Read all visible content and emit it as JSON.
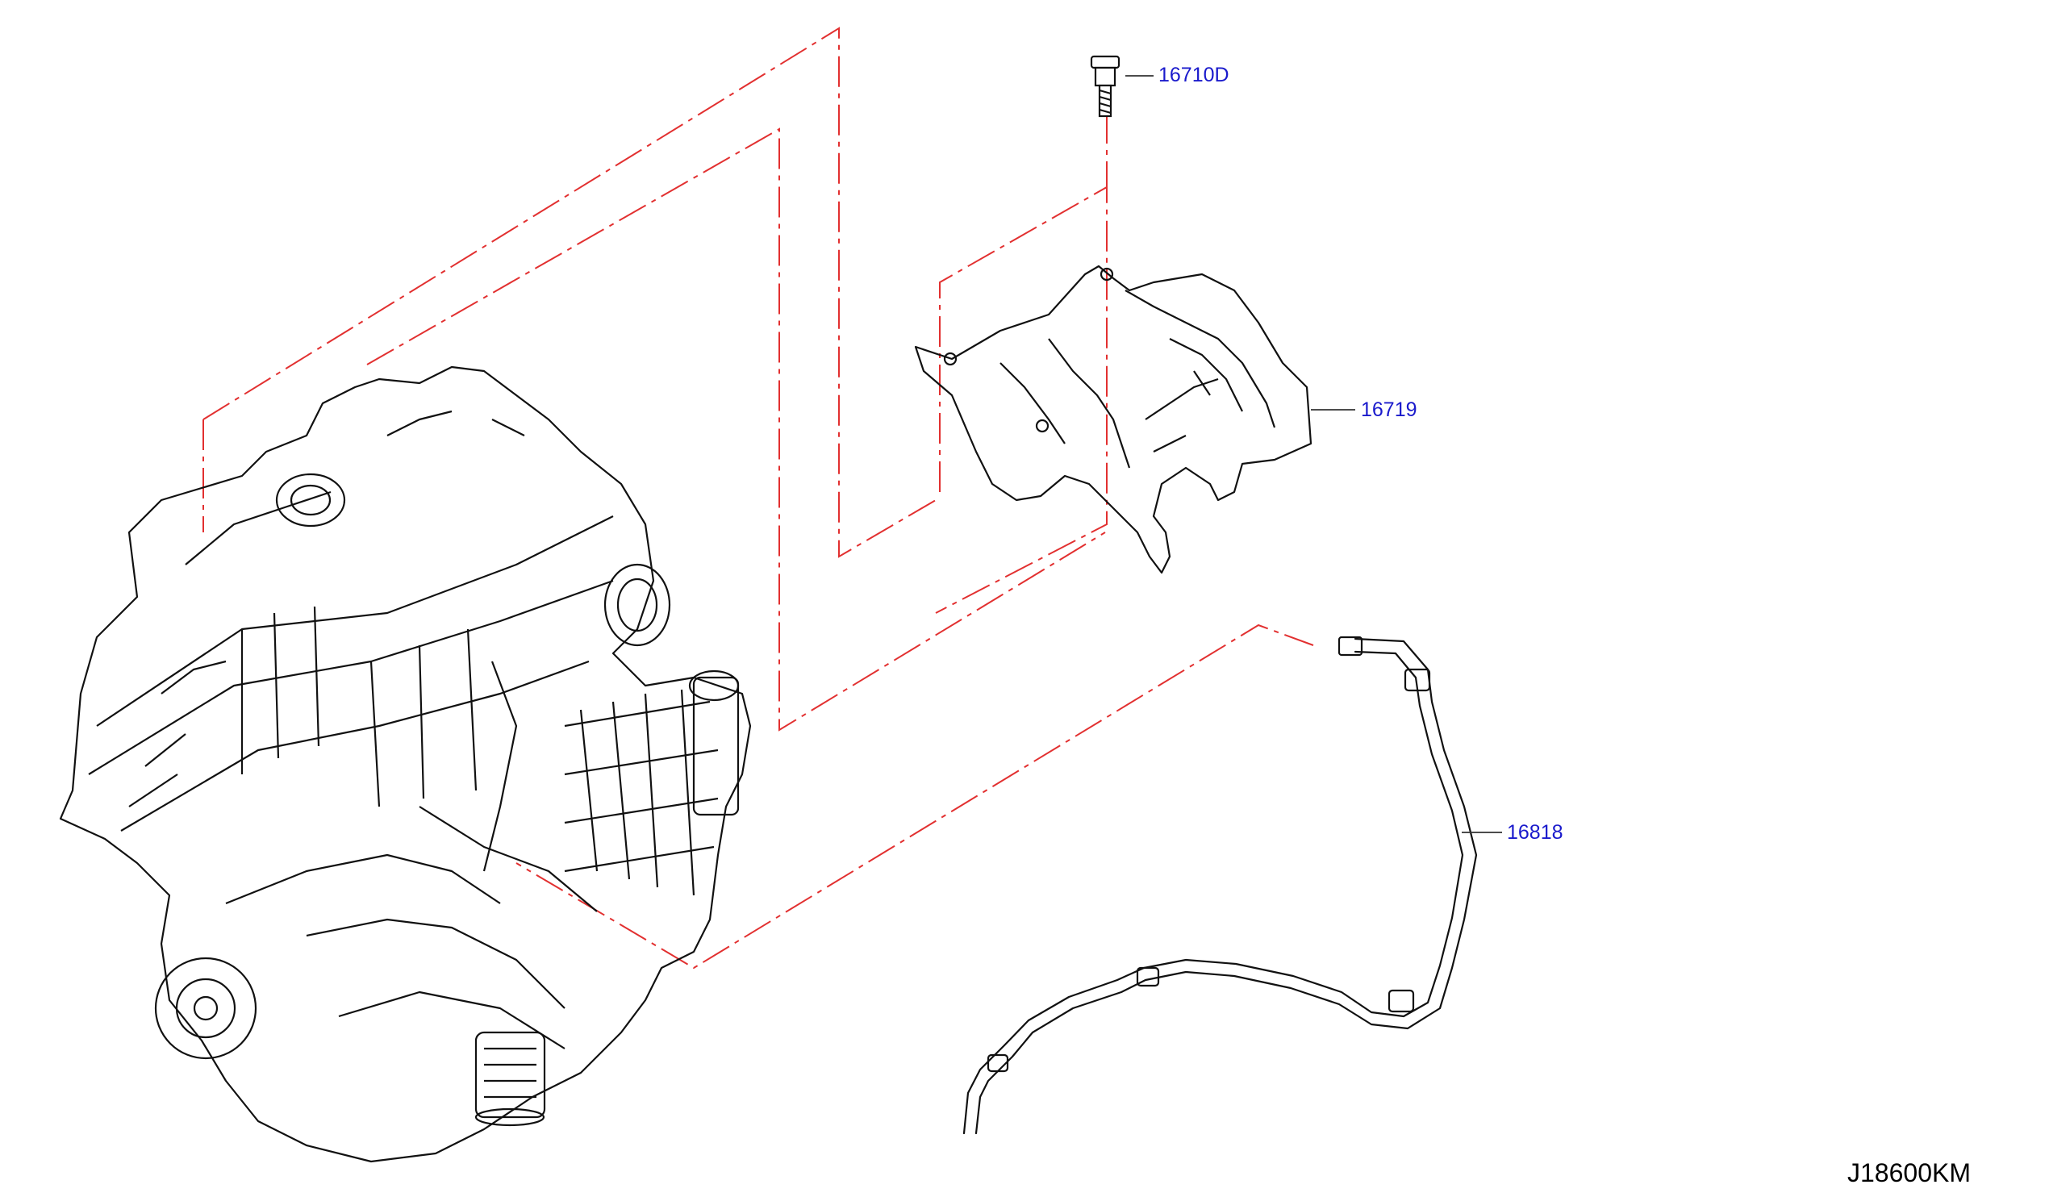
{
  "colors": {
    "label": "#1a1acc",
    "phantom_line": "#e23030",
    "linework": "#111111"
  },
  "parts": [
    {
      "id": "bolt",
      "number": "16710D",
      "icon": "bolt-icon"
    },
    {
      "id": "bracket",
      "number": "16719",
      "icon": "bracket-icon"
    },
    {
      "id": "hose",
      "number": "16818",
      "icon": "hose-icon"
    }
  ],
  "components": [
    "engine-assembly-icon"
  ],
  "drawing_code": "J18600KM"
}
